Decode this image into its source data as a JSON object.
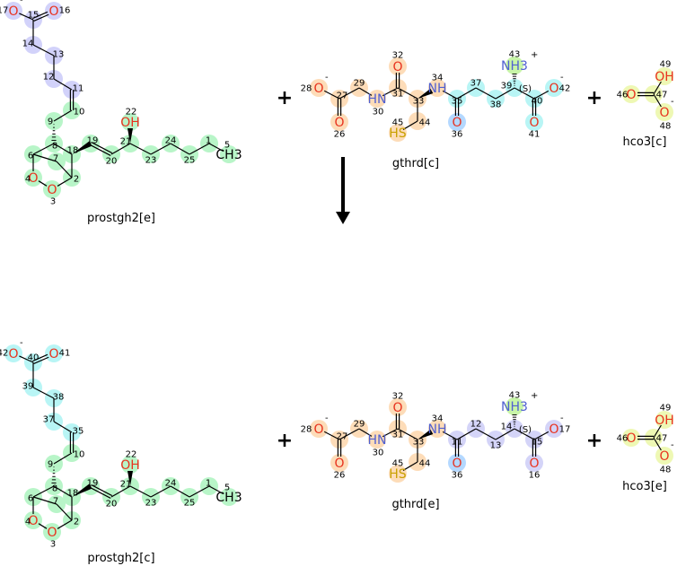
{
  "reaction": {
    "plus_sign": "+",
    "arrow": "reaction-arrow",
    "colors": {
      "blue": "#d2d2fa",
      "green": "#b8f5c8",
      "cyan": "#b8f5f5",
      "orange": "#fddcb8",
      "lightblue": "#b4d8ff",
      "lime": "#c8f5a8",
      "yellow": "#eef8b4",
      "purple": "#d4d4f8"
    },
    "reactants": [
      {
        "name": "prostgh2[e]",
        "atoms": [
          {
            "num": "17",
            "el": "O",
            "charge": "-"
          },
          {
            "num": "15"
          },
          {
            "num": "16",
            "el": "O"
          },
          {
            "num": "14"
          },
          {
            "num": "13"
          },
          {
            "num": "12"
          },
          {
            "num": "11"
          },
          {
            "num": "10"
          },
          {
            "num": "9"
          },
          {
            "num": "8"
          },
          {
            "num": "6"
          },
          {
            "num": "7"
          },
          {
            "num": "18"
          },
          {
            "num": "2"
          },
          {
            "num": "4",
            "el": "O"
          },
          {
            "num": "3",
            "el": "O"
          },
          {
            "num": "19"
          },
          {
            "num": "20"
          },
          {
            "num": "21"
          },
          {
            "num": "22",
            "el": "OH"
          },
          {
            "num": "23"
          },
          {
            "num": "24"
          },
          {
            "num": "25"
          },
          {
            "num": "1"
          },
          {
            "num": "5",
            "el": "CH3"
          }
        ]
      },
      {
        "name": "gthrd[c]",
        "atoms": [
          {
            "num": "28",
            "el": "O",
            "charge": "-"
          },
          {
            "num": "27"
          },
          {
            "num": "26",
            "el": "O"
          },
          {
            "num": "29"
          },
          {
            "num": "30",
            "el": "HN"
          },
          {
            "num": "31"
          },
          {
            "num": "32",
            "el": "O"
          },
          {
            "num": "33"
          },
          {
            "num": "34",
            "el": "NH"
          },
          {
            "num": "35"
          },
          {
            "num": "36",
            "el": "O"
          },
          {
            "num": "37"
          },
          {
            "num": "38"
          },
          {
            "num": "39",
            "stereo": "(S)"
          },
          {
            "num": "43",
            "el": "NH3",
            "charge": "+"
          },
          {
            "num": "40"
          },
          {
            "num": "41",
            "el": "O"
          },
          {
            "num": "42",
            "el": "O",
            "charge": "-"
          },
          {
            "num": "44"
          },
          {
            "num": "45",
            "el": "HS"
          }
        ]
      },
      {
        "name": "hco3[c]",
        "atoms": [
          {
            "num": "46",
            "el": "O"
          },
          {
            "num": "47"
          },
          {
            "num": "49",
            "el": "OH"
          },
          {
            "num": "48",
            "el": "O",
            "charge": "-"
          }
        ]
      }
    ],
    "products": [
      {
        "name": "prostgh2[c]",
        "atoms": [
          {
            "num": "42",
            "el": "O",
            "charge": "-"
          },
          {
            "num": "40"
          },
          {
            "num": "41",
            "el": "O"
          },
          {
            "num": "39"
          },
          {
            "num": "38"
          },
          {
            "num": "37"
          },
          {
            "num": "35"
          },
          {
            "num": "10"
          },
          {
            "num": "9"
          },
          {
            "num": "8"
          },
          {
            "num": "6"
          },
          {
            "num": "7"
          },
          {
            "num": "18"
          },
          {
            "num": "2"
          },
          {
            "num": "4",
            "el": "O"
          },
          {
            "num": "3",
            "el": "O"
          },
          {
            "num": "19"
          },
          {
            "num": "20"
          },
          {
            "num": "21"
          },
          {
            "num": "22",
            "el": "OH"
          },
          {
            "num": "23"
          },
          {
            "num": "24"
          },
          {
            "num": "25"
          },
          {
            "num": "1"
          },
          {
            "num": "5",
            "el": "CH3"
          }
        ]
      },
      {
        "name": "gthrd[e]",
        "atoms": [
          {
            "num": "28",
            "el": "O",
            "charge": "-"
          },
          {
            "num": "27"
          },
          {
            "num": "26",
            "el": "O"
          },
          {
            "num": "29"
          },
          {
            "num": "30",
            "el": "HN"
          },
          {
            "num": "31"
          },
          {
            "num": "32",
            "el": "O"
          },
          {
            "num": "33"
          },
          {
            "num": "34",
            "el": "NH"
          },
          {
            "num": "11"
          },
          {
            "num": "36",
            "el": "O"
          },
          {
            "num": "12"
          },
          {
            "num": "13"
          },
          {
            "num": "14",
            "stereo": "(S)"
          },
          {
            "num": "43",
            "el": "NH3",
            "charge": "+"
          },
          {
            "num": "15"
          },
          {
            "num": "16",
            "el": "O"
          },
          {
            "num": "17",
            "el": "O",
            "charge": "-"
          },
          {
            "num": "44"
          },
          {
            "num": "45",
            "el": "HS"
          }
        ]
      },
      {
        "name": "hco3[e]",
        "atoms": [
          {
            "num": "46",
            "el": "O"
          },
          {
            "num": "47"
          },
          {
            "num": "49",
            "el": "OH"
          },
          {
            "num": "48",
            "el": "O",
            "charge": "-"
          }
        ]
      }
    ]
  }
}
